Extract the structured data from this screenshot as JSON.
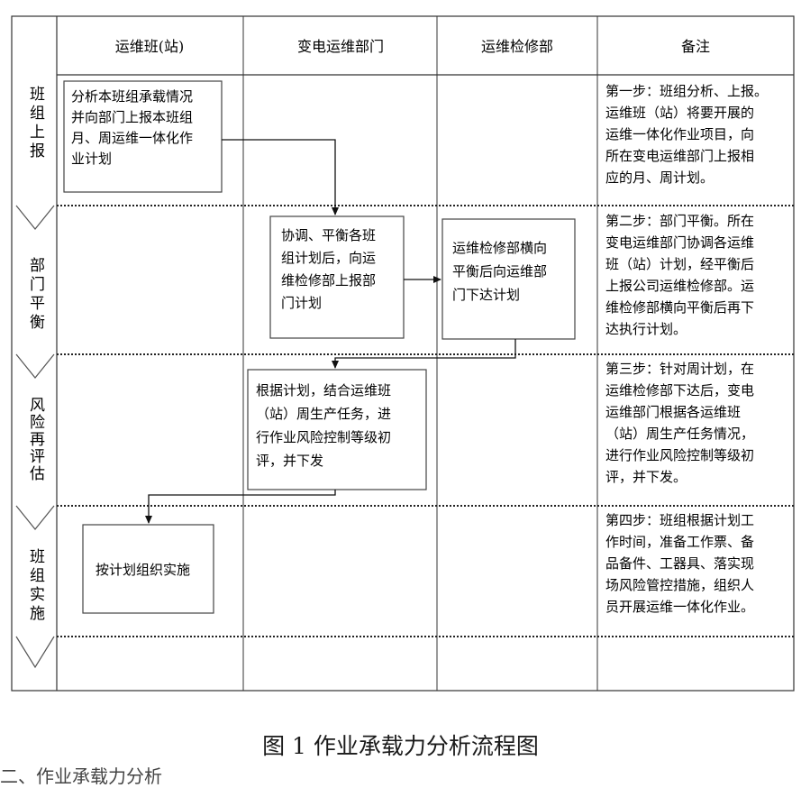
{
  "header": {
    "col1": "运维班(站)",
    "col2": "变电运维部门",
    "col3": "运维检修部",
    "col4": "备注"
  },
  "stages": [
    "班组上报",
    "部门平衡",
    "风险再评估",
    "班组实施"
  ],
  "boxes": {
    "b1": [
      "分析本班组承载情况",
      "并向部门上报本班组",
      "月、周运维一体化作",
      "业计划"
    ],
    "b2": [
      "协调、平衡各班",
      "组计划后，向运",
      "维检修部上报部",
      "门计划"
    ],
    "b3": [
      "运维检修部横向",
      "平衡后向运维部",
      "门下达计划"
    ],
    "b4": [
      "根据计划，结合运维班",
      "（站）周生产任务，进",
      "行作业风险控制等级初",
      "评，并下发"
    ],
    "b5": [
      "按计划组织实施"
    ]
  },
  "notes": [
    [
      "第一步：班组分析、上报。",
      "运维班（站）将要开展的",
      "运维一体化作业项目，向",
      "所在变电运维部门上报相",
      "应的月、周计划。"
    ],
    [
      "第二步：部门平衡。所在",
      "变电运维部门协调各运维",
      "班（站）计划，经平衡后",
      "上报公司运维检修部。运",
      "维检修部横向平衡后再下",
      "达执行计划。"
    ],
    [
      "第三步：针对周计划，在",
      "运维检修部下达后，变电",
      "运维部门根据各运维班",
      "（站）周生产任务情况，",
      "进行作业风险控制等级初",
      "评，并下发。"
    ],
    [
      "第四步：班组根据计划工",
      "作时间，准备工作票、备",
      "品备件、工器具、落实现",
      "场风险管控措施，组织人",
      "员开展运维一体化作业。"
    ]
  ],
  "caption": "图 1 作业承载力分析流程图",
  "cutoff_text": "二、作业承载力分析"
}
